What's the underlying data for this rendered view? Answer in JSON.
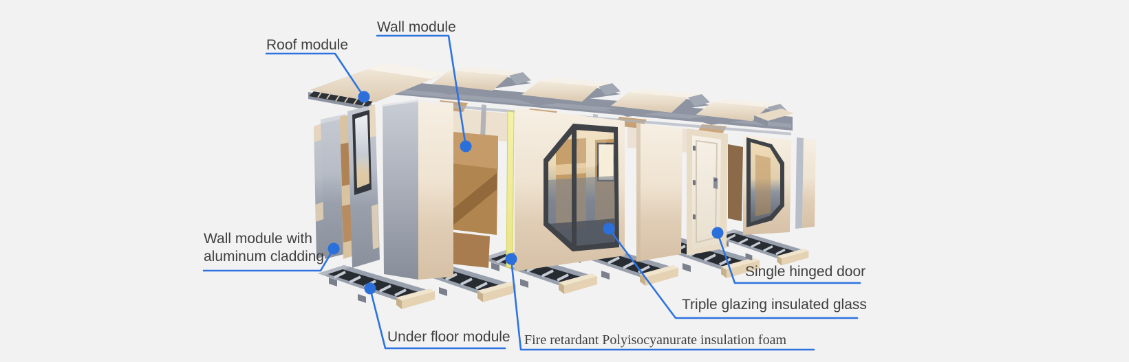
{
  "page": {
    "background_color": "#f2f2f3",
    "type": "exploded-view-diagram",
    "subject": "Expandable modular container house exploded into its building modules"
  },
  "style": {
    "accent_blue": "#2c73e0",
    "dot_blue": "#2b6fdb",
    "label_text_color": "#3f3f3f",
    "panel_beige": "#ecdfc9",
    "panel_gray": "#9aa0ac",
    "wood_brown": "#b1854f",
    "insulation_yellow": "#f1ee9e",
    "window_frame_dark": "#3f4347",
    "glass_warm": "#f0ddbb",
    "glass_cool": "#7b828e"
  },
  "diagram": {
    "annotations": [
      {
        "id": "roof-module",
        "label": "Roof module"
      },
      {
        "id": "wall-module",
        "label": "Wall module"
      },
      {
        "id": "wall-module-aluminum-cladding",
        "label": "Wall module with aluminum cladding"
      },
      {
        "id": "under-floor-module",
        "label": "Under floor module"
      },
      {
        "id": "fire-retardant-insulation",
        "label": "Fire retardant Polyisocyanurate insulation foam"
      },
      {
        "id": "single-hinged-door",
        "label": "Single hinged door"
      },
      {
        "id": "triple-glazing-insulated-glass",
        "label": "Triple glazing insulated glass"
      }
    ]
  }
}
